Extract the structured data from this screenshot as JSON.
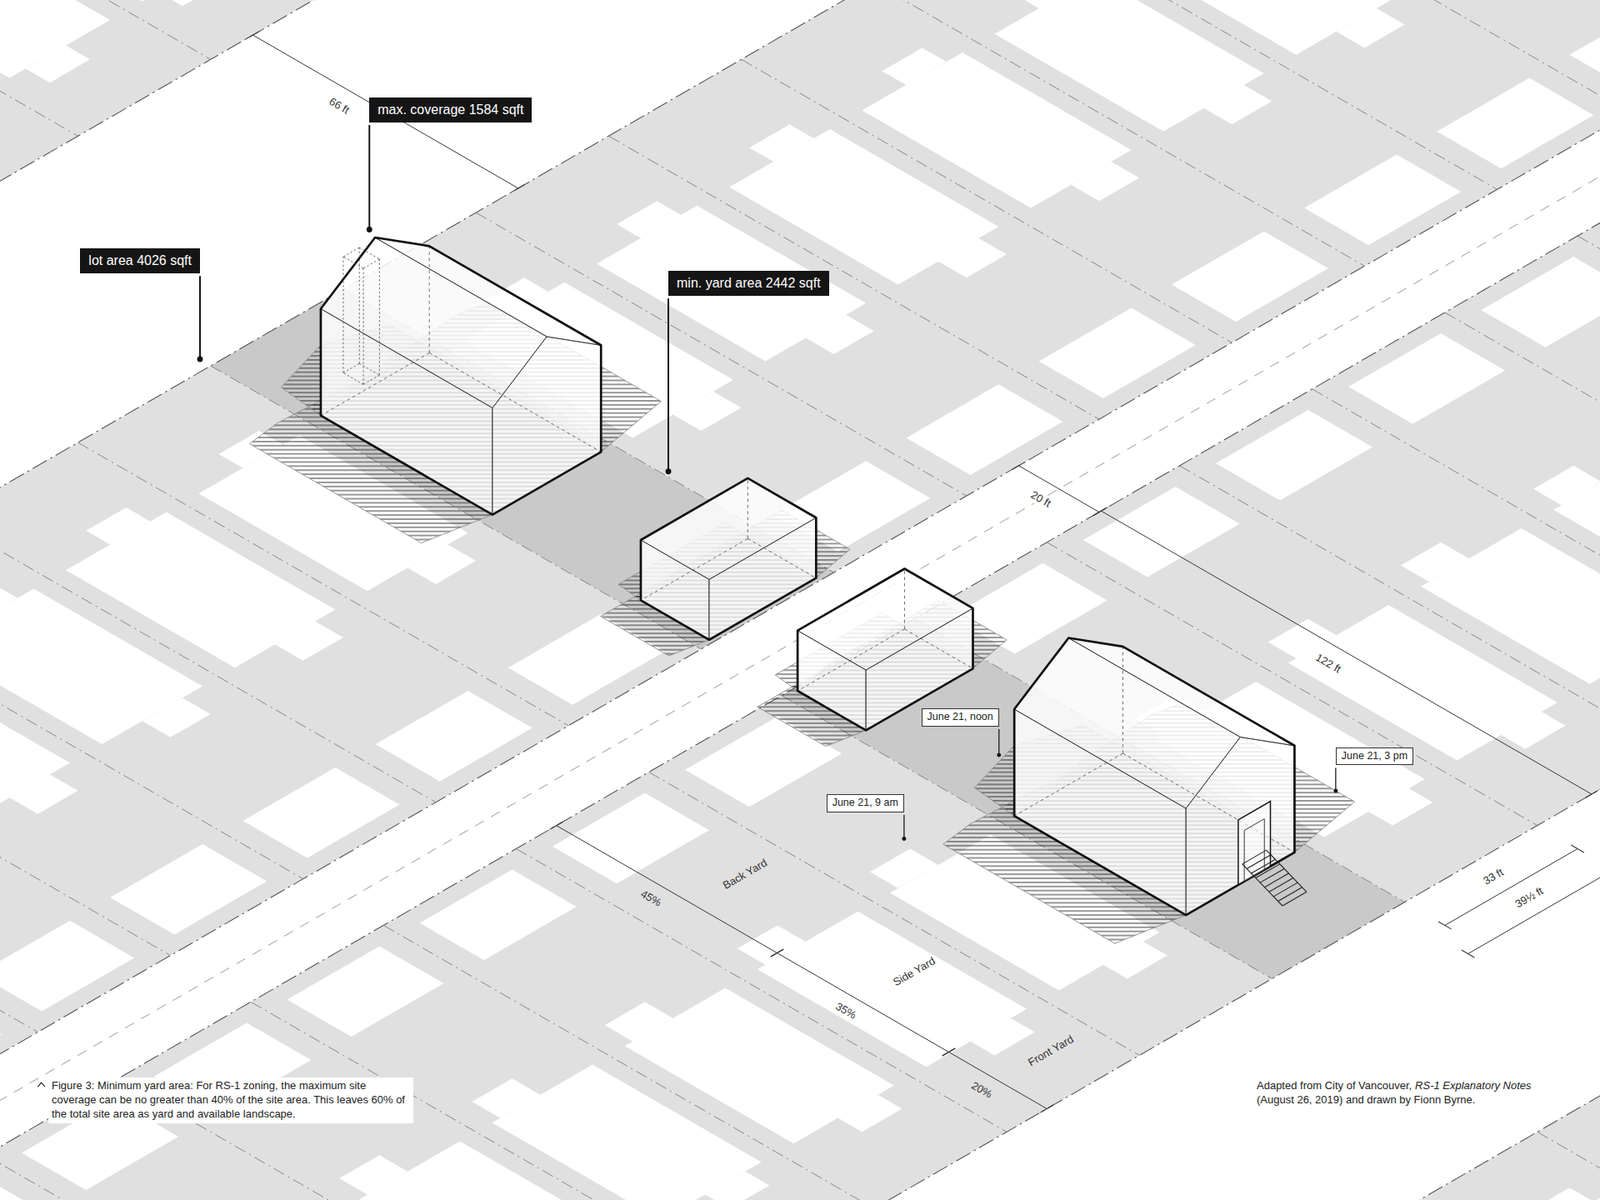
{
  "diagram": {
    "caption": "Figure 3: Minimum yard area: For RS-1 zoning, the maximum site coverage can be no greater than 40% of the site area. This leaves 60% of the total site area as yard and available landscape.",
    "nodes": [
      {
        "text": [
          "max. coverage 1584 sqft"
        ]
      },
      {
        "text": [
          "lot area 4026 sqft"
        ]
      },
      {
        "text": [
          "min. yard area 2442 sqft"
        ]
      },
      {
        "text": [
          "June 21, noon"
        ]
      },
      {
        "text": [
          "June 21, 9 am"
        ]
      },
      {
        "text": [
          "June 21, 3 pm"
        ]
      }
    ],
    "labels": [
      "66 ft",
      "20 ft",
      "122 ft",
      "33 ft",
      "39½ ft",
      "Back Yard",
      "45%",
      "Side Yard",
      "35%",
      "Front Yard",
      "20%",
      "Adapted from City of Vancouver,",
      "RS-1 Explanatory Notes",
      "(August 26, 2019) and drawn by Fionn Byrne."
    ]
  }
}
